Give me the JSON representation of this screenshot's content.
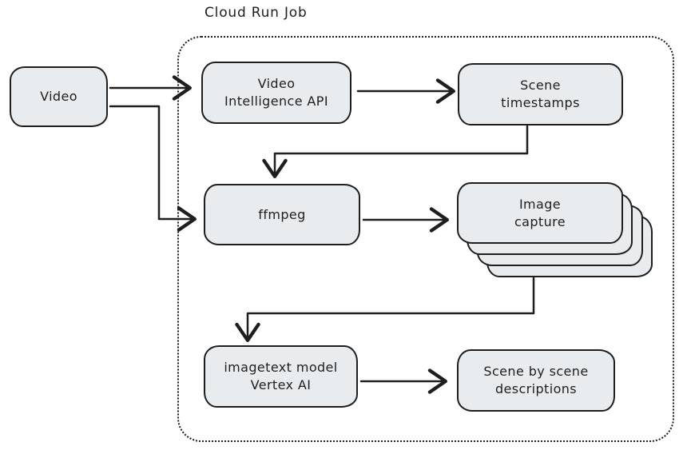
{
  "diagram": {
    "title": "Cloud Run Job",
    "colors": {
      "stroke": "#1e1e1e",
      "node_fill": "#e9ecef",
      "background": "#ffffff"
    },
    "container": {
      "label": "Cloud Run Job",
      "style": "dotted-rounded-rectangle"
    },
    "nodes": {
      "video": {
        "label": "Video"
      },
      "video_intelligence_api": {
        "label": "Video\nIntelligence API"
      },
      "scene_timestamps": {
        "label": "Scene\ntimestamps"
      },
      "ffmpeg": {
        "label": "ffmpeg"
      },
      "image_capture": {
        "label": "Image\ncapture",
        "stack_count": 4
      },
      "imagetext_model": {
        "label": "imagetext model\nVertex AI"
      },
      "scene_descriptions": {
        "label": "Scene by scene\ndescriptions"
      }
    },
    "edges": [
      {
        "from": "video",
        "to": "video_intelligence_api"
      },
      {
        "from": "video",
        "to": "ffmpeg"
      },
      {
        "from": "video_intelligence_api",
        "to": "scene_timestamps"
      },
      {
        "from": "scene_timestamps",
        "to": "ffmpeg"
      },
      {
        "from": "ffmpeg",
        "to": "image_capture"
      },
      {
        "from": "image_capture",
        "to": "imagetext_model"
      },
      {
        "from": "imagetext_model",
        "to": "scene_descriptions"
      }
    ]
  }
}
